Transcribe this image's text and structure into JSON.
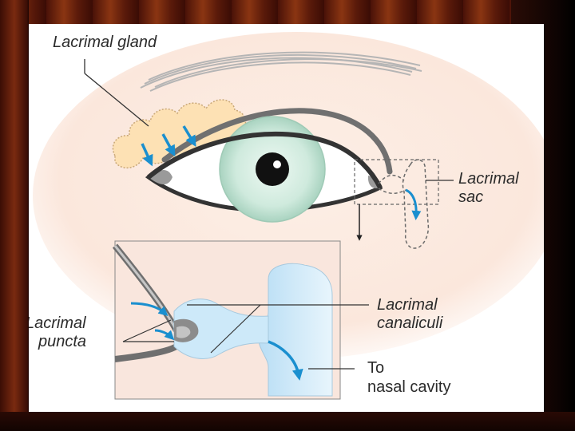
{
  "labels": {
    "lacrimal_gland": "Lacrimal gland",
    "lacrimal_sac_line1": "Lacrimal",
    "lacrimal_sac_line2": "sac",
    "lacrimal_canaliculi_line1": "Lacrimal",
    "lacrimal_canaliculi_line2": "canaliculi",
    "lacrimal_puncta_line1": "Lacrimal",
    "lacrimal_puncta_line2": "puncta",
    "nasal_line1": "To",
    "nasal_line2": "nasal cavity"
  },
  "colors": {
    "skin": "#fbe9df",
    "gland": "#fde1b4",
    "iris": "#d7efe3",
    "tear_blue": "#1a8fcf",
    "sac_blue": "#cde9f9",
    "inset_bg": "#f9e6dd"
  }
}
